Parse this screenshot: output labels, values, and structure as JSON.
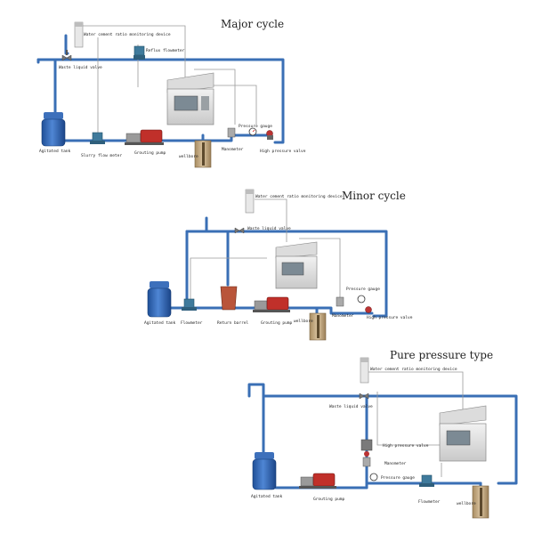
{
  "colors": {
    "pipe": "#3a6fb5",
    "pipe_dark": "#214c8a",
    "wire": "#9a9a9a",
    "tank": "#2d64b4",
    "pump": "#c0302a",
    "barrel": "#b9553a",
    "well": "#c9b08a"
  },
  "major": {
    "title": "Major cycle",
    "labels": {
      "monitor": "Water cement ratio monitoring device",
      "reflux": "Reflux flowmeter",
      "waste": "Waste liquid valve",
      "pressure_gauge": "Pressure gauge",
      "agitated": "Agitated tank",
      "slurry": "Slurry flow meter",
      "grouting": "Grouting pump",
      "manometer": "Manometer",
      "hp_valve": "High pressure valve",
      "wellbore": "wellbore"
    }
  },
  "minor": {
    "title": "Minor cycle",
    "labels": {
      "monitor": "Water cement ratio monitoring device",
      "waste": "Waste liquid valve",
      "pressure_gauge": "Pressure gauge",
      "agitated": "Agitated tank",
      "flowmeter": "Flowmeter",
      "return": "Return barrel",
      "grouting": "Grouting pump",
      "wellbore": "wellbore",
      "manometer": "Manometer",
      "hp_valve": "High pressure valve"
    }
  },
  "pure": {
    "title": "Pure pressure type",
    "labels": {
      "monitor": "Water cement ratio monitoring device",
      "waste": "Waste liquid valve",
      "hp_valve": "High pressure valve",
      "manometer": "Manometer",
      "pressure_gauge": "Pressure gauge",
      "agitated": "Agitated tank",
      "grouting": "Grouting pump",
      "flowmeter": "Flowmeter",
      "wellbore": "wellbore"
    }
  }
}
